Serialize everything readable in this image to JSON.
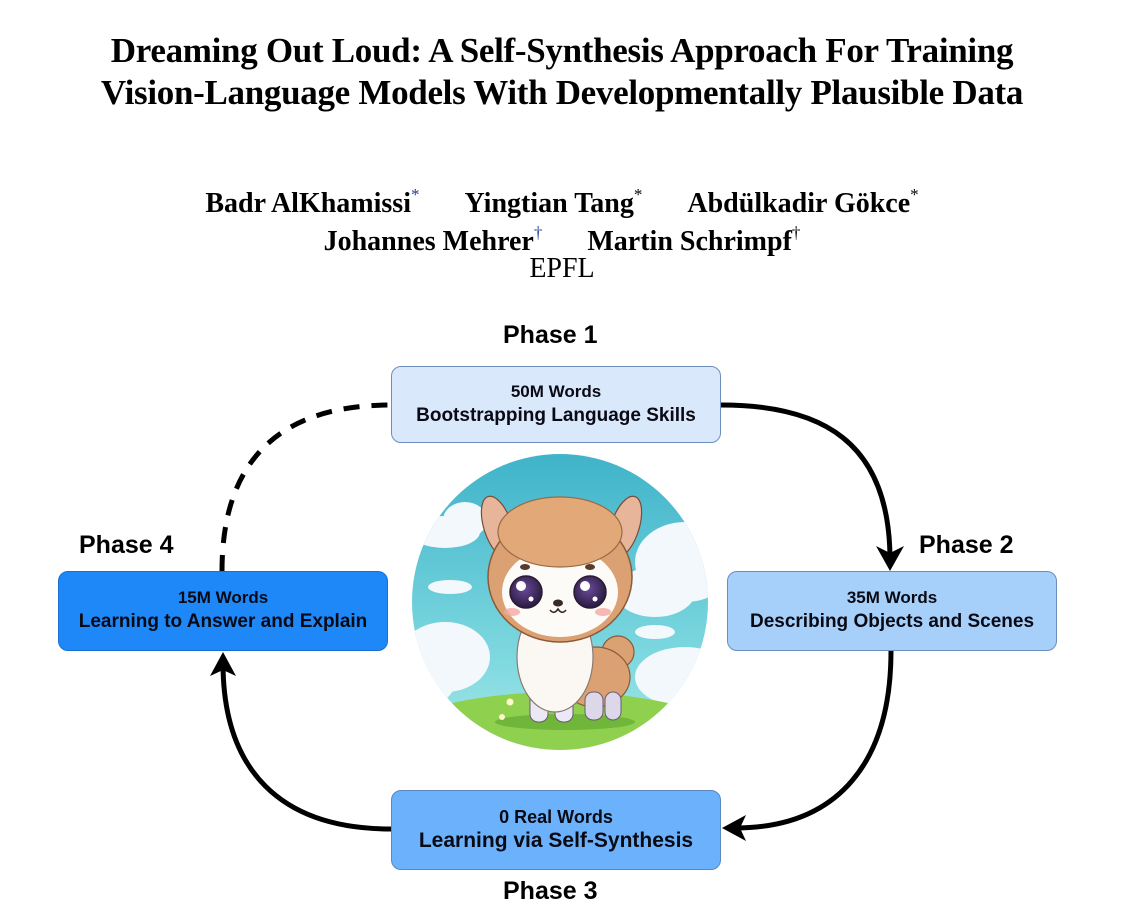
{
  "paper": {
    "title_line1": "Dreaming Out Loud: A Self-Synthesis Approach For Training",
    "title_line2": "Vision-Language Models With Developmentally Plausible Data",
    "authors_row1": [
      {
        "name": "Badr AlKhamissi",
        "mark": "*",
        "mark_color": "#1f3a93"
      },
      {
        "name": "Yingtian Tang",
        "mark": "*",
        "mark_color": "#000000"
      },
      {
        "name": "Abdülkadir Gökce",
        "mark": "*",
        "mark_color": "#000000"
      }
    ],
    "authors_row2": [
      {
        "name": "Johannes Mehrer",
        "mark": "†",
        "mark_color": "#1f3a93"
      },
      {
        "name": "Martin Schrimpf",
        "mark": "†",
        "mark_color": "#000000"
      }
    ],
    "affiliation": "EPFL"
  },
  "diagram": {
    "phases": [
      {
        "label": "Phase 1",
        "words": "50M Words",
        "description": "Bootstrapping Language Skills",
        "fill": "#dae8fc"
      },
      {
        "label": "Phase 2",
        "words": "35M Words",
        "description": "Describing Objects and Scenes",
        "fill": "#a6cff9"
      },
      {
        "label": "Phase 3",
        "words": "0 Real Words",
        "description": "Learning via Self-Synthesis",
        "fill": "#6cb1fb"
      },
      {
        "label": "Phase 4",
        "words": "15M Words",
        "description": "Learning to Answer and Explain",
        "fill": "#1e88f8"
      }
    ],
    "edges": [
      {
        "from": "Phase 1",
        "to": "Phase 2",
        "style": "solid"
      },
      {
        "from": "Phase 2",
        "to": "Phase 3",
        "style": "solid"
      },
      {
        "from": "Phase 3",
        "to": "Phase 4",
        "style": "solid"
      },
      {
        "from": "Phase 4",
        "to": "Phase 1",
        "style": "dashed"
      }
    ],
    "center_image": "llama-mascot-illustration"
  }
}
